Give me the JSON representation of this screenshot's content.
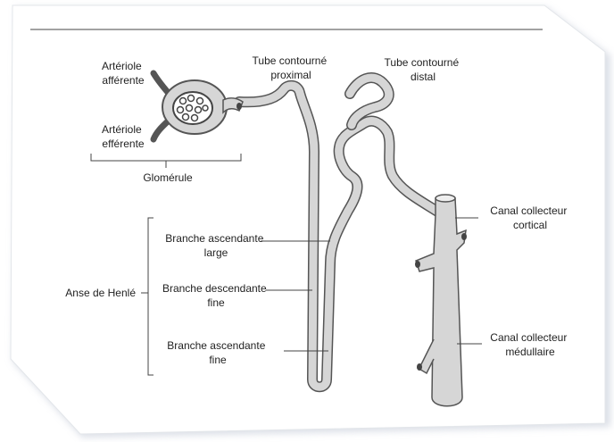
{
  "labels": {
    "arteriole_afferente": [
      "Artériole",
      "afférente"
    ],
    "arteriole_efferente": [
      "Artériole",
      "efférente"
    ],
    "glomerule": "Glomérule",
    "tube_proximal": [
      "Tube contourné",
      "proximal"
    ],
    "tube_distal": [
      "Tube contourné",
      "distal"
    ],
    "branche_ascendante_large": [
      "Branche ascendante",
      "large"
    ],
    "branche_descendante_fine": [
      "Branche descendante",
      "fine"
    ],
    "branche_ascendante_fine": [
      "Branche ascendante",
      "fine"
    ],
    "anse_henle": "Anse de Henlé",
    "canal_cortical": [
      "Canal collecteur",
      "cortical"
    ],
    "canal_medullaire": [
      "Canal collecteur",
      "médullaire"
    ]
  },
  "colors": {
    "tube_fill": "#d6d6d6",
    "tube_outline": "#555555",
    "line": "#444444",
    "frame_shadow": "#bfc6d4"
  }
}
